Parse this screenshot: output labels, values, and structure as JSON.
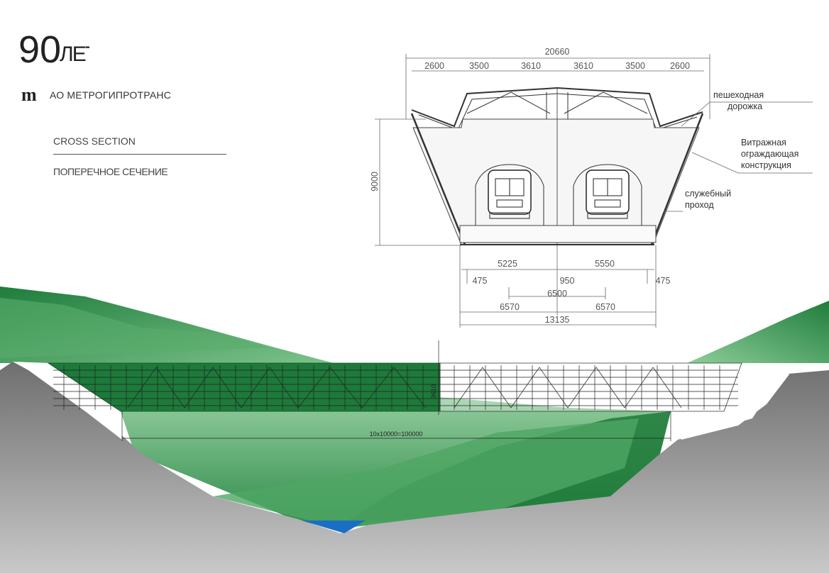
{
  "header": {
    "anniversary_90": "90",
    "anniversary_years": "ЛЕТ",
    "company_logo_letter": "m",
    "company_name": "АО МЕТРОГИПРОТРАНС"
  },
  "section": {
    "title_en": "CROSS SECTION",
    "title_ru": "ПОПЕРЕЧНОЕ СЕЧЕНИЕ"
  },
  "annotations": {
    "walkway": [
      "пешеходная",
      "дорожка"
    ],
    "glazing": [
      "Витражная",
      "ограждающая",
      "конструкция"
    ],
    "service": [
      "служебный",
      "проход"
    ]
  },
  "dimensions": {
    "overall_width": "20660",
    "top_segments": [
      "2600",
      "3500",
      "3610",
      "3610",
      "3500",
      "2600"
    ],
    "height": "9000",
    "track_left": "5225",
    "track_right": "5550",
    "edge_left": "475",
    "center_gap": "950",
    "edge_right": "475",
    "track_centers": "6500",
    "half_left": "6570",
    "half_right": "6570",
    "base_width": "13135",
    "bridge_span": "10x10000=100000",
    "truss_height": "3610"
  },
  "colors": {
    "green_dark": "#1d7a3a",
    "green_mid": "#3a9a55",
    "green_light": "#7fc48d",
    "ground": "#8a8a8a",
    "water": "#1a6fc4"
  }
}
